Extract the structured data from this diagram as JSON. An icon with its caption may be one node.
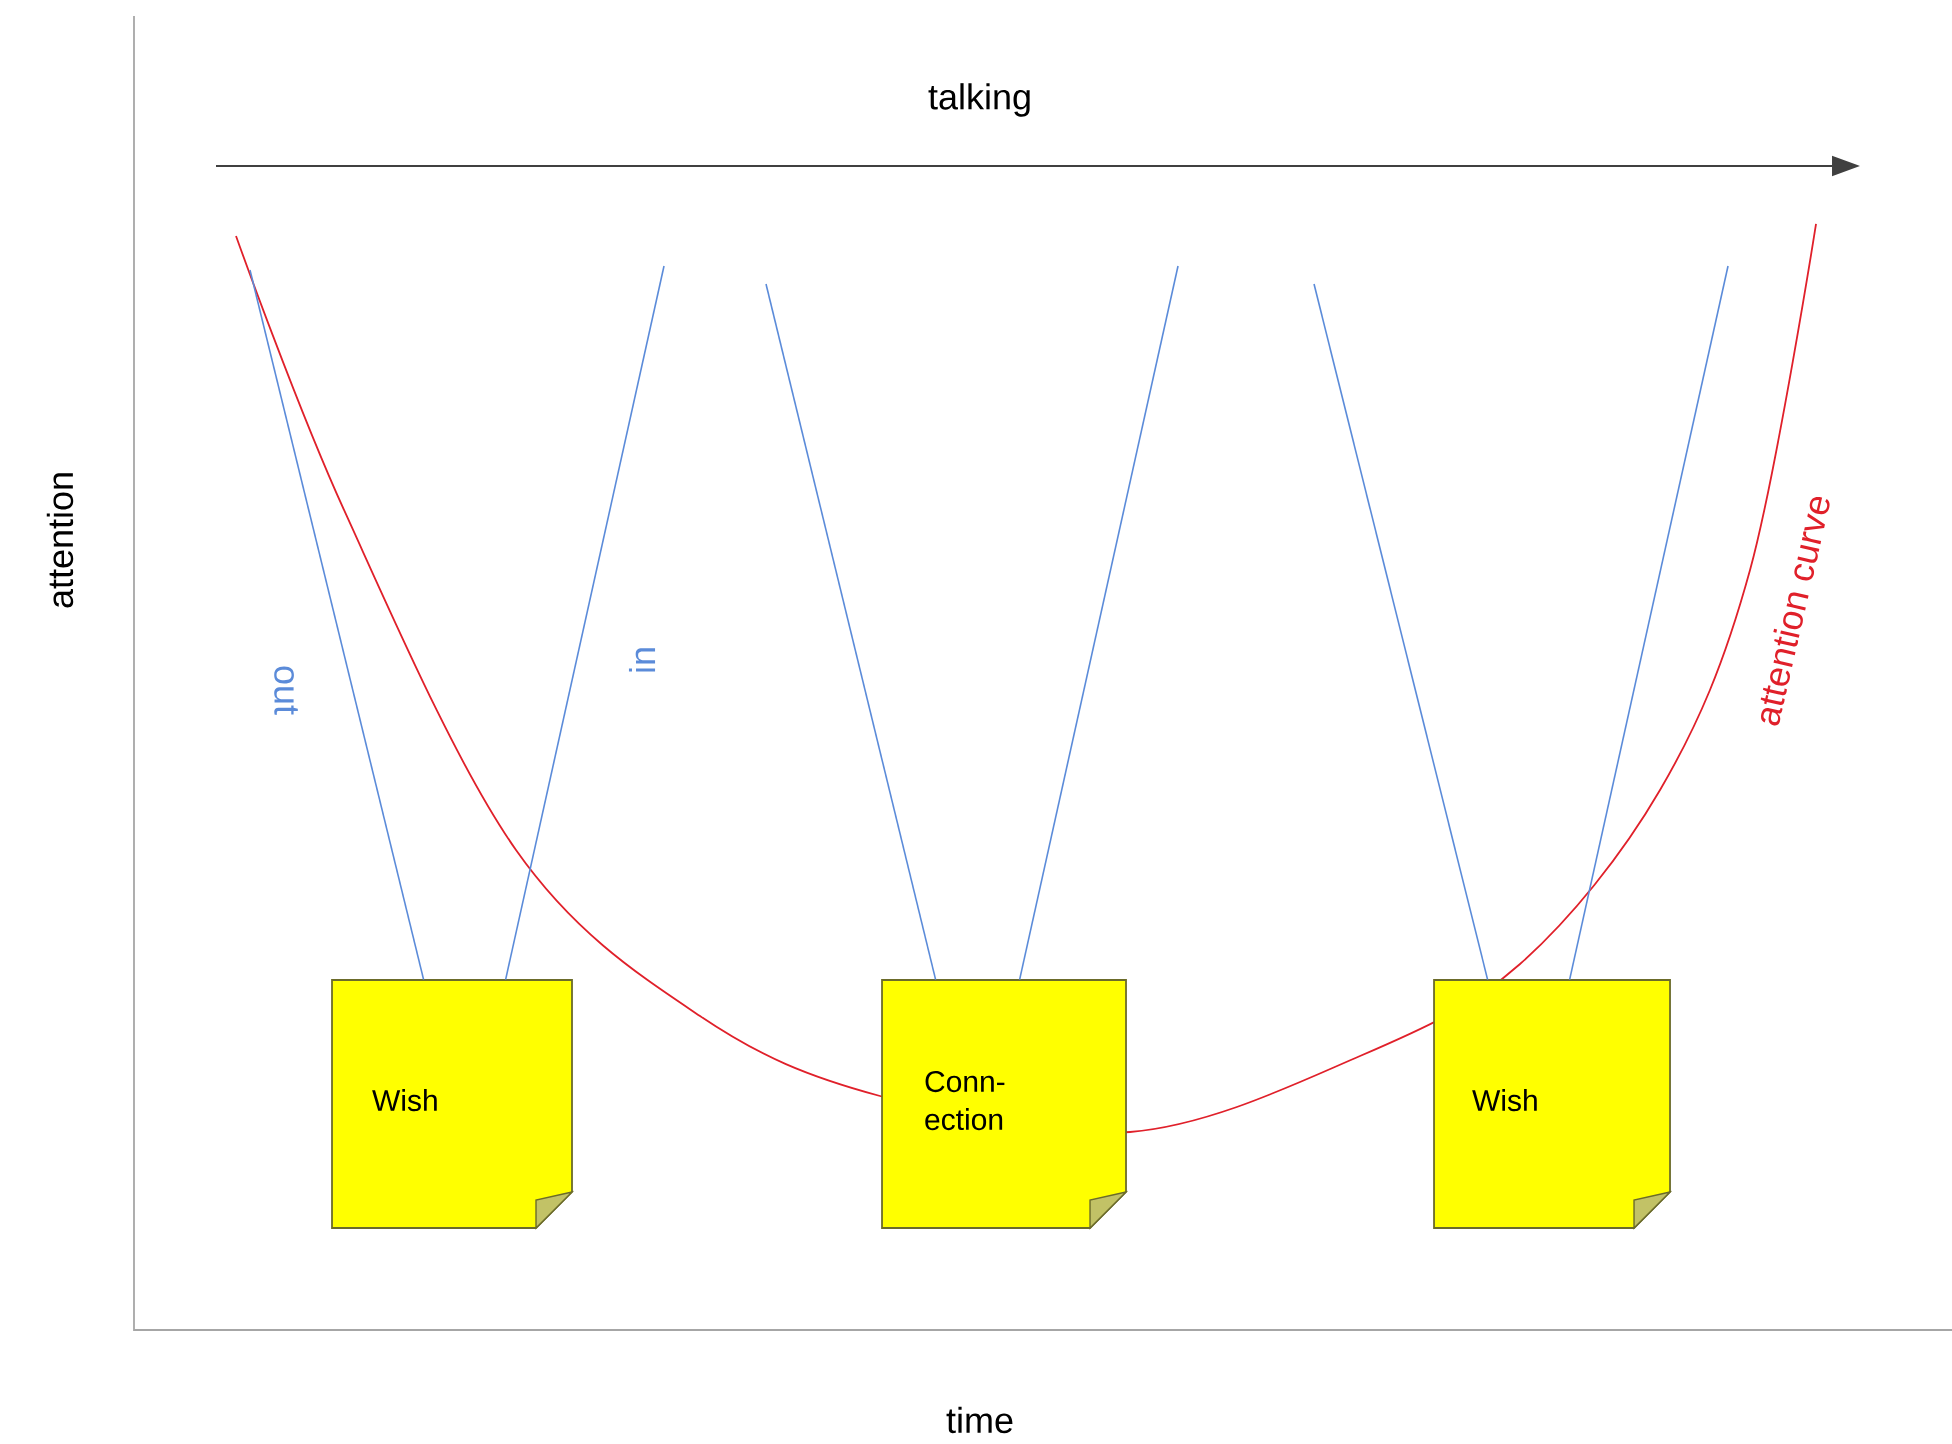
{
  "diagram": {
    "nodes": [
      {
        "text": [
          "Wish"
        ]
      },
      {
        "text": [
          "Conn- ection"
        ]
      },
      {
        "text": [
          "Wish"
        ]
      }
    ],
    "edges": [
      {
        "from": null,
        "to": 0,
        "arrow": "none",
        "label": "out"
      },
      {
        "from": null,
        "to": 0,
        "arrow": "none",
        "label": "in"
      },
      {
        "from": null,
        "to": 1,
        "arrow": "none"
      },
      {
        "from": null,
        "to": 1,
        "arrow": "none"
      },
      {
        "from": null,
        "to": 2,
        "arrow": "none"
      },
      {
        "from": null,
        "to": 2,
        "arrow": "none"
      }
    ],
    "labels": [
      "talking",
      "attention",
      "attention curve",
      "time"
    ]
  }
}
